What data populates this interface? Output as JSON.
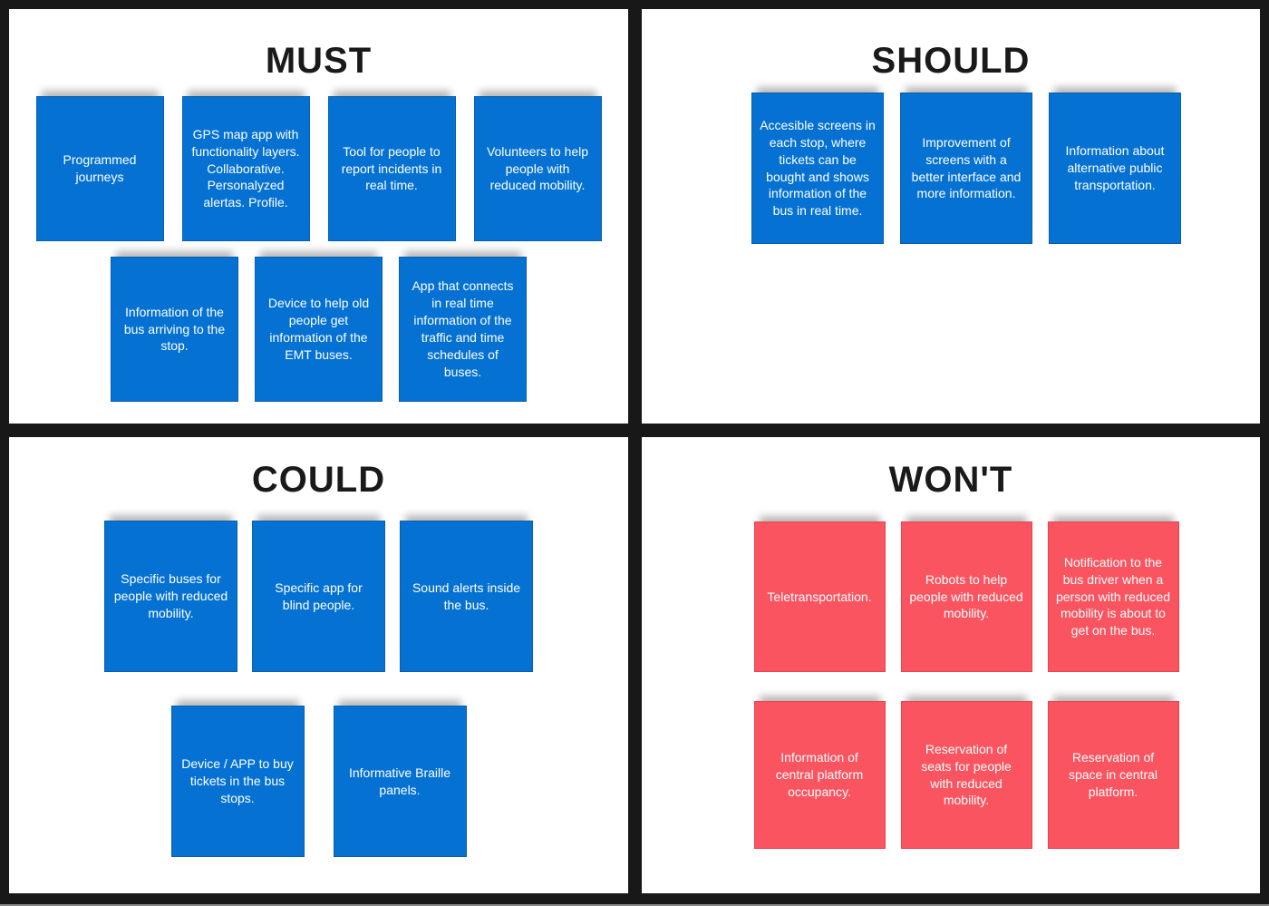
{
  "colors": {
    "note_blue": "#0572d3",
    "note_red": "#f9545f",
    "frame": "#181818",
    "heading": "#1a1a1a",
    "note_text": "#ffffff"
  },
  "quadrants": {
    "must": {
      "title": "MUST",
      "row1": [
        "Programmed journeys",
        "GPS map app with functionality layers. Collaborative. Personalyzed alertas. Profile.",
        "Tool for people to report incidents in real time.",
        "Volunteers to help people with reduced mobility."
      ],
      "row2": [
        "Information of the bus arriving to the stop.",
        "Device to help old people get information of the EMT buses.",
        "App that connects in real time information of the traffic and time schedules of buses."
      ]
    },
    "should": {
      "title": "SHOULD",
      "row1": [
        "Accesible screens in each stop, where tickets can be bought and shows information of the bus in real time.",
        "Improvement of screens with a better interface and more information.",
        "Information about alternative public transportation."
      ]
    },
    "could": {
      "title": "COULD",
      "row1": [
        "Specific buses for people with reduced mobility.",
        "Specific app for blind people.",
        "Sound alerts inside the bus."
      ],
      "row2": [
        "Device / APP to buy tickets in the bus stops.",
        "Informative Braille panels."
      ]
    },
    "wont": {
      "title": "WON'T",
      "row1": [
        "Teletransportation.",
        "Robots to help people with reduced mobility.",
        "Notification to the bus driver when a person with reduced mobility is about to get on the bus."
      ],
      "row2": [
        "Information of central platform occupancy.",
        "Reservation of seats for people with reduced mobility.",
        "Reservation of space in central platform."
      ]
    }
  }
}
